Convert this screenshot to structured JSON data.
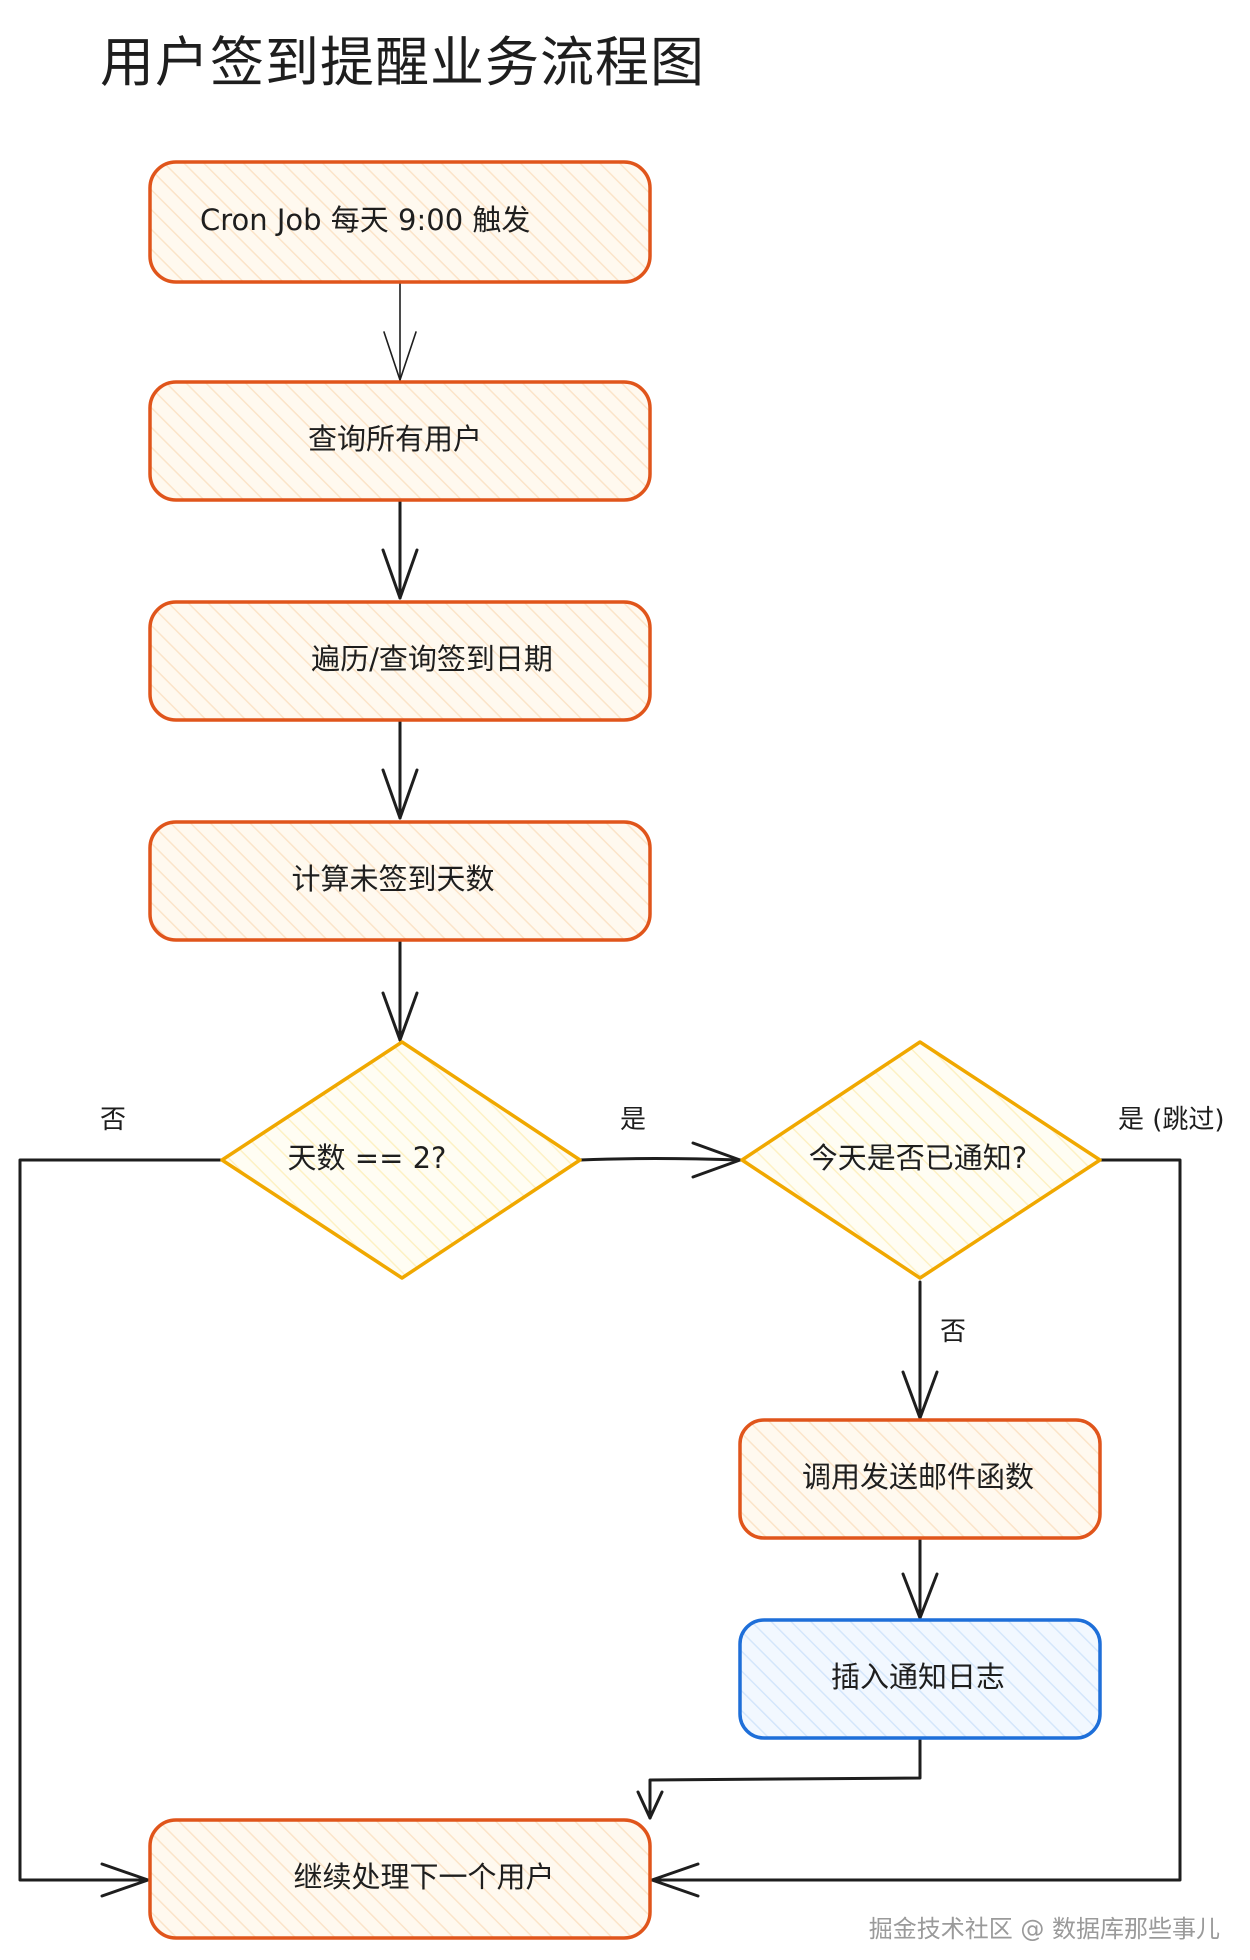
{
  "title": "用户签到提醒业务流程图",
  "colors": {
    "process_stroke": "#e0551b",
    "process_fill": "#fff7e8",
    "log_stroke": "#1e6fd9",
    "log_fill": "#eaf4ff",
    "decision_stroke": "#f0a800",
    "decision_fill": "#fffbe6",
    "arrow": "#1e1e1e"
  },
  "nodes": {
    "cron": "Cron Job 每天 9:00 触发",
    "query_users": "查询所有用户",
    "iterate_dates": "遍历/查询签到日期",
    "calc_days": "计算未签到天数",
    "days_eq_2": "天数 == 2?",
    "notified_today": "今天是否已通知?",
    "send_email": "调用发送邮件函数",
    "insert_log": "插入通知日志",
    "next_user": "继续处理下一个用户"
  },
  "edges": {
    "days_yes": "是",
    "days_no": "否",
    "notified_yes_skip": "是 (跳过)",
    "notified_no": "否"
  },
  "watermark": "掘金技术社区 @ 数据库那些事儿"
}
